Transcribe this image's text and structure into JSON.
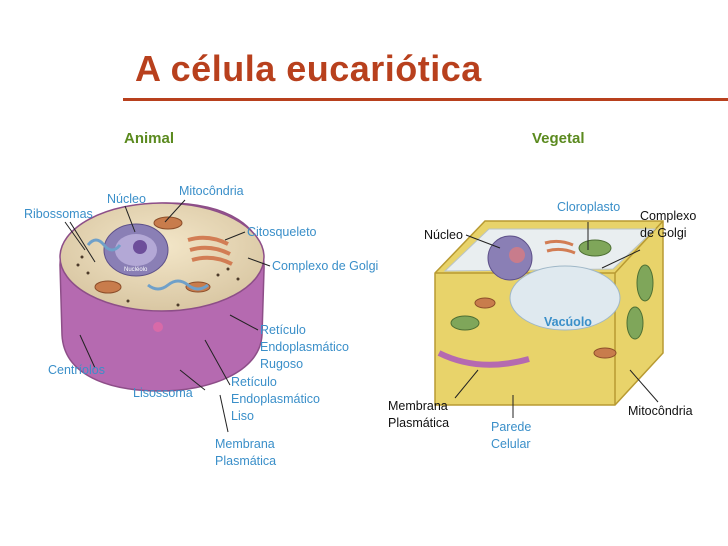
{
  "title": "A célula eucariótica",
  "sections": {
    "animal": "Animal",
    "vegetal": "Vegetal"
  },
  "colors": {
    "title": "#b8401d",
    "rule": "#b8401d",
    "section": "#5b8a1f",
    "label_blue": "#3a8fc9",
    "label_dark": "#111111",
    "animal_membrane": "#b56ab0",
    "plant_wall": "#e8d36a"
  },
  "animal_labels": {
    "nucleo": "Núcleo",
    "mitocondria": "Mitocôndria",
    "ribossomas": "Ribossomas",
    "citoesqueleto": "Citosqueleto",
    "complexo_golgi": "Complexo de Golgi",
    "reticulo_rugoso": [
      "Retículo",
      "Endoplasmático",
      "Rugoso"
    ],
    "centriolos": "Centríolos",
    "lisossoma": "Lisossoma",
    "reticulo_liso": [
      "Retículo",
      "Endoplasmático",
      "Liso"
    ],
    "membrana": [
      "Membrana",
      "Plasmática"
    ],
    "nucleolo_inner": "Nucléolo"
  },
  "plant_labels": {
    "cloroplasto": "Cloroplasto",
    "complexo_golgi": [
      "Complexo",
      "de Golgi"
    ],
    "nucleo": "Núcleo",
    "vacuolo": "Vacúolo",
    "membrana": [
      "Membrana",
      "Plasmática"
    ],
    "parede": [
      "Parede",
      "Celular"
    ],
    "mitocondria": "Mitocôndria"
  }
}
